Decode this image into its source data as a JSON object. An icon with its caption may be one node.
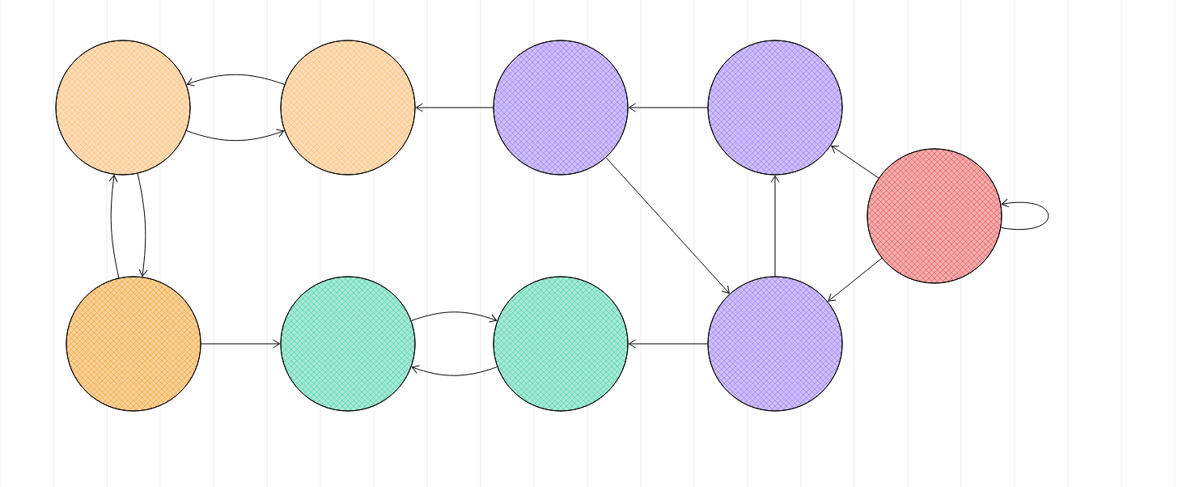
{
  "diagram": {
    "nodes": [
      {
        "text": [],
        "shape": "circle"
      },
      {
        "text": [],
        "shape": "circle"
      },
      {
        "text": [],
        "shape": "circle"
      },
      {
        "text": [],
        "shape": "circle"
      },
      {
        "text": [],
        "shape": "circle"
      },
      {
        "text": [],
        "shape": "circle"
      },
      {
        "text": [],
        "shape": "circle"
      },
      {
        "text": [],
        "shape": "circle"
      },
      {
        "text": [],
        "shape": "circle"
      }
    ],
    "edges": [
      {
        "from": 1,
        "to": 0,
        "arrow": "to"
      },
      {
        "from": 0,
        "to": 1,
        "arrow": "to"
      },
      {
        "from": 2,
        "to": 1,
        "arrow": "to"
      },
      {
        "from": 3,
        "to": 2,
        "arrow": "to"
      },
      {
        "from": 4,
        "to": 3,
        "arrow": "to"
      },
      {
        "from": 4,
        "to": 4,
        "arrow": "to"
      },
      {
        "from": 4,
        "to": 8,
        "arrow": "to"
      },
      {
        "from": 8,
        "to": 3,
        "arrow": "to"
      },
      {
        "from": 2,
        "to": 8,
        "arrow": "to"
      },
      {
        "from": 8,
        "to": 7,
        "arrow": "to"
      },
      {
        "from": 6,
        "to": 7,
        "arrow": "to"
      },
      {
        "from": 7,
        "to": 6,
        "arrow": "to"
      },
      {
        "from": 5,
        "to": 6,
        "arrow": "to"
      },
      {
        "from": 5,
        "to": 0,
        "arrow": "to"
      },
      {
        "from": 0,
        "to": 5,
        "arrow": "to"
      }
    ]
  }
}
